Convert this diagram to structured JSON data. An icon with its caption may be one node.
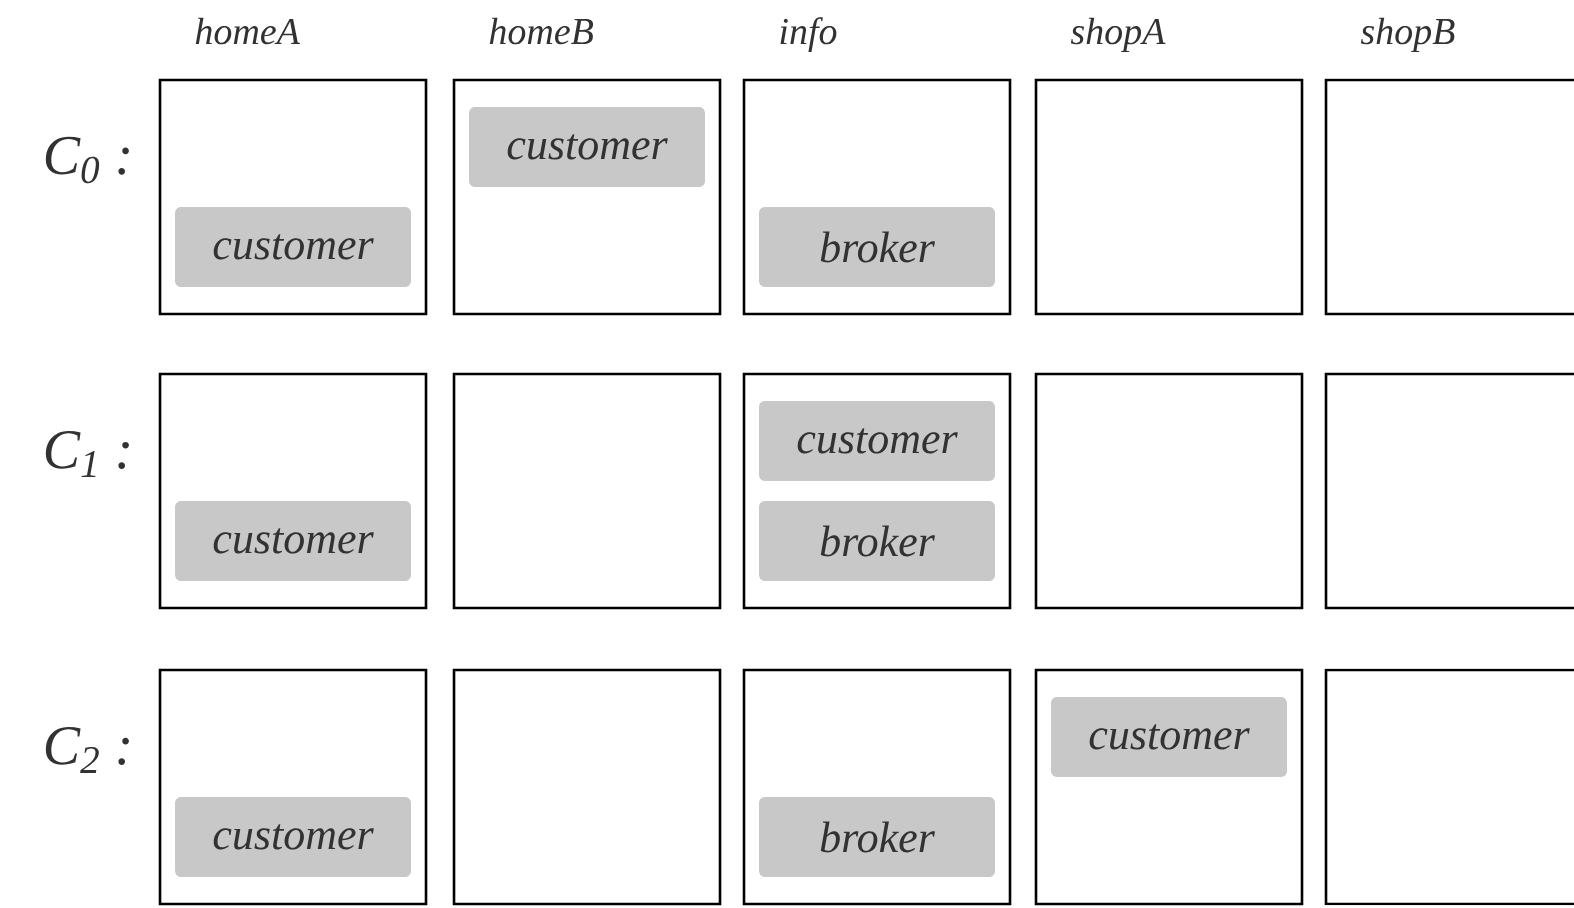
{
  "diagram": {
    "nodes": [
      {
        "text": [],
        "shape": "box"
      },
      {
        "text": [
          "customer"
        ],
        "in": 0
      },
      {
        "text": [],
        "shape": "box"
      },
      {
        "text": [
          "customer"
        ],
        "in": 2
      },
      {
        "text": [],
        "shape": "box"
      },
      {
        "text": [
          "broker"
        ],
        "in": 4
      },
      {
        "text": [],
        "shape": "box"
      },
      {
        "text": [],
        "shape": "box"
      },
      {
        "text": [],
        "shape": "box"
      },
      {
        "text": [
          "customer"
        ],
        "in": 8
      },
      {
        "text": [],
        "shape": "box"
      },
      {
        "text": [],
        "shape": "box"
      },
      {
        "text": [
          "customer"
        ],
        "in": 11
      },
      {
        "text": [
          "broker"
        ],
        "in": 11
      },
      {
        "text": [],
        "shape": "box"
      },
      {
        "text": [],
        "shape": "box"
      },
      {
        "text": [],
        "shape": "box"
      },
      {
        "text": [
          "customer"
        ],
        "in": 16
      },
      {
        "text": [],
        "shape": "box"
      },
      {
        "text": [],
        "shape": "box"
      },
      {
        "text": [
          "broker"
        ],
        "in": 19
      },
      {
        "text": [],
        "shape": "box"
      },
      {
        "text": [
          "customer"
        ],
        "in": 21
      },
      {
        "text": [],
        "shape": "box"
      }
    ],
    "labels": [
      "homeA",
      "homeB",
      "info",
      "shopA",
      "shopB",
      "C$_{0}$ :",
      "C$_{1}$ :",
      "C$_{2}$ :"
    ]
  }
}
